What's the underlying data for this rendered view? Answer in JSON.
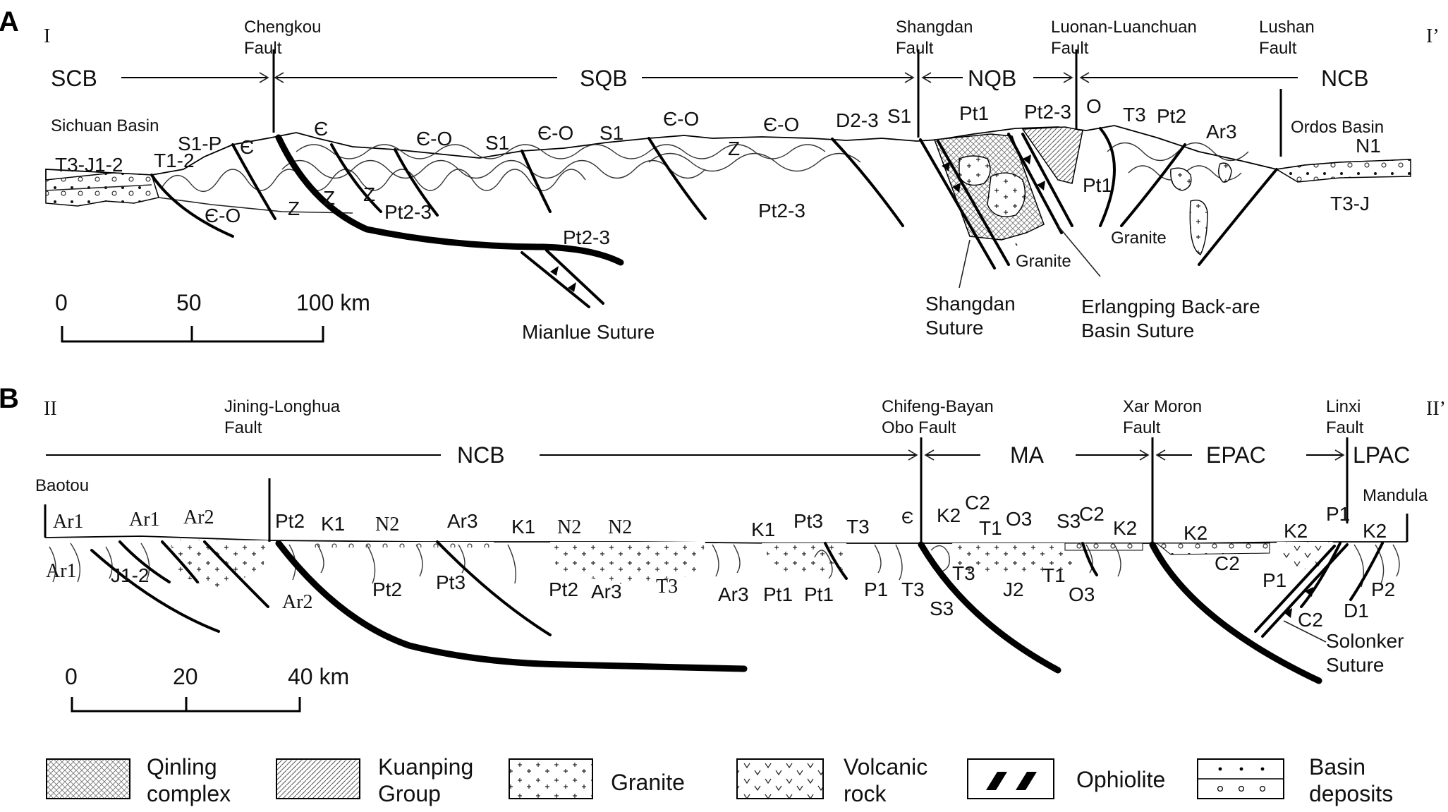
{
  "panels": {
    "A": {
      "panel_label": "A",
      "start_label": "I",
      "end_label": "I’",
      "faults": [
        "Chengkou Fault",
        "Shangdan Fault",
        "Luonan-Luanchuan Fault",
        "Lushan Fault"
      ],
      "fault_lines": [
        [
          "Chengkou",
          "Fault"
        ],
        [
          "Shangdan",
          "Fault"
        ],
        [
          "Luonan-Luanchuan",
          "Fault"
        ],
        [
          "Lushan",
          "Fault"
        ]
      ],
      "blocks": [
        "SCB",
        "SQB",
        "NQB",
        "NCB"
      ],
      "basins": [
        "Sichuan Basin",
        "Ordos Basin"
      ],
      "strata": {
        "t3_j12": "T3-J1-2",
        "t12": "T1-2",
        "s1p": "S1-P",
        "cam_a": "Є",
        "cam_b": "Є",
        "cam_o_a": "Є-O",
        "s1_a": "S1",
        "cam_o_b": "Є-O",
        "s1_b": "S1",
        "cam_o_c": "Є-O",
        "cam_o_d": "Є-O",
        "d23": "D2-3",
        "s1_c": "S1",
        "pt1_a": "Pt1",
        "pt23_a": "Pt2-3",
        "o": "O",
        "t3": "T3",
        "pt2": "Pt2",
        "ar3": "Ar3",
        "n1": "N1",
        "cam_o_e": "Є-O",
        "z_a": "Z",
        "z_b": "Z",
        "z_c": "Z",
        "pt23_b": "Pt2-3",
        "z_d": "Z",
        "pt23_c": "Pt2-3",
        "pt23_d": "Pt2-3",
        "pt1_b": "Pt1",
        "t3j": "T3-J",
        "granite_a": "Granite",
        "granite_b": "Granite"
      },
      "sutures": {
        "mianlue": "Mianlue Suture",
        "shangdan": [
          "Shangdan",
          "Suture"
        ],
        "erlangping": [
          "Erlangping Back-are",
          "Basin Suture"
        ]
      },
      "scale": {
        "ticks": [
          "0",
          "50",
          "100 km"
        ]
      }
    },
    "B": {
      "panel_label": "B",
      "start_label": "II",
      "end_label": "II’",
      "faults": [
        "Jining-Longhua Fault",
        "Chifeng-Bayan Obo Fault",
        "Xar Moron Fault",
        "Linxi Fault"
      ],
      "fault_lines": [
        [
          "Jining-Longhua",
          "Fault"
        ],
        [
          "Chifeng-Bayan",
          "Obo Fault"
        ],
        [
          "Xar  Moron",
          "Fault"
        ],
        [
          "Linxi",
          "Fault"
        ]
      ],
      "blocks": [
        "NCB",
        "MA",
        "EPAC",
        "LPAC"
      ],
      "places": [
        "Baotou",
        "Mandula"
      ],
      "strata_top": {
        "ar1_a": "Ar1",
        "ar1_b": "Ar1",
        "ar2": "Ar2",
        "pt2": "Pt2",
        "k1_a": "K1",
        "n2_a": "N2",
        "ar3": "Ar3",
        "k1_b": "K1",
        "n2_b": "N2",
        "n2_c": "N2",
        "k1_c": "K1",
        "pt3": "Pt3",
        "t3": "T3",
        "cam": "Є",
        "k2_a": "K2",
        "c2_a": "C2",
        "t1_a": "T1",
        "o3_a": "O3",
        "s3_a": "S3",
        "c2_b": "C2",
        "k2_b": "K2",
        "k2_c": "K2",
        "k2_d": "K2",
        "p1_a": "P1",
        "k2_e": "K2"
      },
      "strata_bottom": {
        "ar1_c": "Ar1",
        "j12": "J1-2",
        "ar2_b": "Ar2",
        "pt2_b": "Pt2",
        "pt3_b": "Pt3",
        "pt2_c": "Pt2",
        "ar3_b": "Ar3",
        "t3_b": "T3",
        "ar3_c": "Ar3",
        "pt1_a": "Pt1",
        "pt1_b": "Pt1",
        "p1_b": "P1",
        "t3_c": "T3",
        "s3_b": "S3",
        "t3_d": "T3",
        "j2": "J2",
        "t1_b": "T1",
        "o3_b": "O3",
        "c2_c": "C2",
        "p1_c": "P1",
        "c2_d": "C2",
        "d1": "D1",
        "p2": "P2"
      },
      "sutures": {
        "solonker": [
          "Solonker",
          "Suture"
        ]
      },
      "scale": {
        "ticks": [
          "0",
          "20",
          "40 km"
        ]
      }
    }
  },
  "legend": [
    {
      "label": [
        "Qinling",
        "complex"
      ],
      "pattern": "crosshatch"
    },
    {
      "label": [
        "Kuanping",
        "Group"
      ],
      "pattern": "diagonal-hatch"
    },
    {
      "label": [
        "Granite"
      ],
      "pattern": "plus"
    },
    {
      "label": [
        "Volcanic",
        "rock"
      ],
      "pattern": "v-marks"
    },
    {
      "label": [
        "Ophiolite"
      ],
      "pattern": "black-lenses"
    },
    {
      "label": [
        "Basin",
        "deposits"
      ],
      "pattern": "dots-circles"
    }
  ],
  "colors": {
    "ink": "#000000",
    "paper": "#ffffff"
  }
}
